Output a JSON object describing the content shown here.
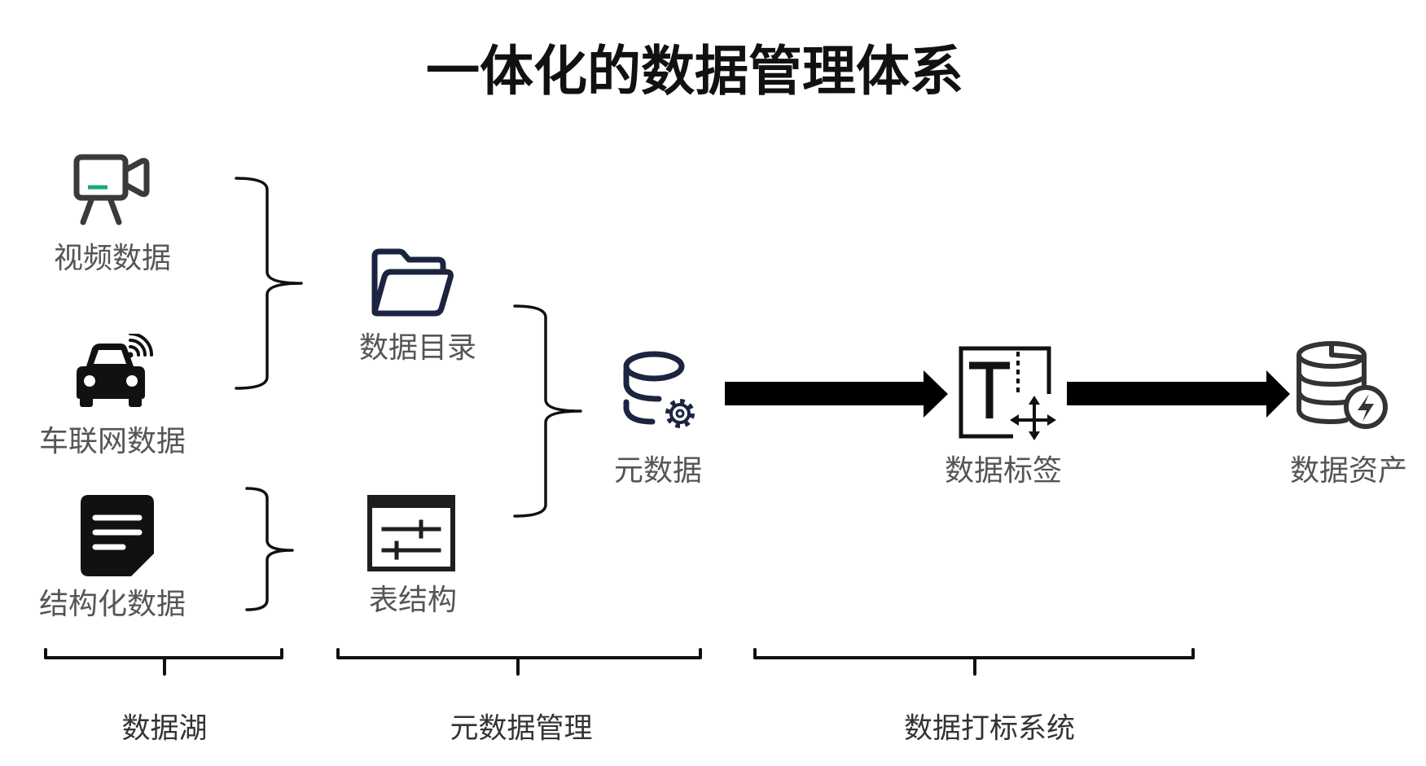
{
  "title": "一体化的数据管理体系",
  "sources": [
    {
      "label": "视频数据",
      "icon": "video-camera-icon"
    },
    {
      "label": "车联网数据",
      "icon": "connected-car-icon"
    },
    {
      "label": "结构化数据",
      "icon": "note-icon"
    }
  ],
  "management": [
    {
      "label": "数据目录",
      "icon": "folder-icon"
    },
    {
      "label": "表结构",
      "icon": "table-settings-icon"
    }
  ],
  "metadata": {
    "label": "元数据",
    "icon": "database-gear-icon"
  },
  "tagging": {
    "label": "数据标签",
    "icon": "text-move-tag-icon"
  },
  "asset": {
    "label": "数据资产",
    "icon": "coin-stack-icon"
  },
  "groups": [
    {
      "label": "数据湖"
    },
    {
      "label": "元数据管理"
    },
    {
      "label": "数据打标系统"
    }
  ],
  "colors": {
    "ink": "#111111",
    "navy": "#1b2540",
    "gray_icon": "#3a3a3a",
    "accent": "#1aaa7e",
    "label": "#555555",
    "group_label": "#333333"
  }
}
